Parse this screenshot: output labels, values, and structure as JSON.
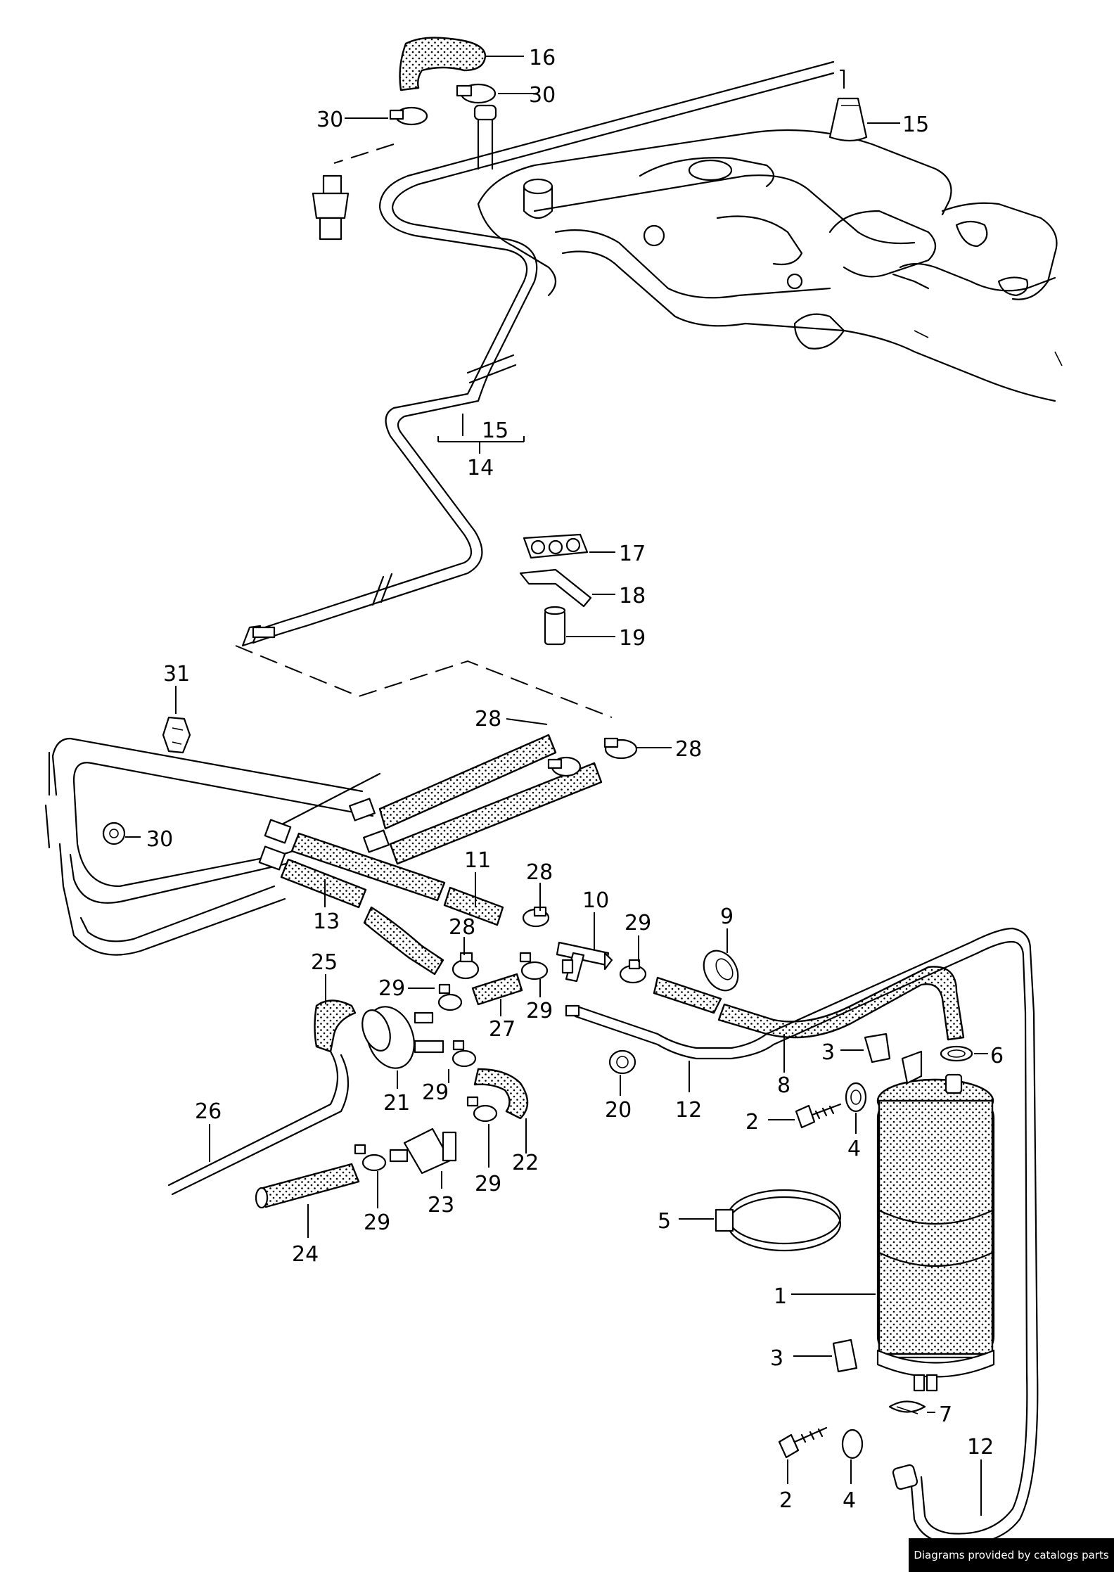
{
  "credit": "Diagrams provided by catalogs parts",
  "callouts": [
    {
      "id": "c16",
      "label": "16"
    },
    {
      "id": "c30a",
      "label": "30"
    },
    {
      "id": "c30b",
      "label": "30"
    },
    {
      "id": "c15a",
      "label": "15"
    },
    {
      "id": "c15b",
      "label": "15"
    },
    {
      "id": "c14",
      "label": "14"
    },
    {
      "id": "c17",
      "label": "17"
    },
    {
      "id": "c18",
      "label": "18"
    },
    {
      "id": "c19",
      "label": "19"
    },
    {
      "id": "c31",
      "label": "31"
    },
    {
      "id": "c28a",
      "label": "28"
    },
    {
      "id": "c28b",
      "label": "28"
    },
    {
      "id": "c30c",
      "label": "30"
    },
    {
      "id": "c11",
      "label": "11"
    },
    {
      "id": "c13",
      "label": "13"
    },
    {
      "id": "c28c",
      "label": "28"
    },
    {
      "id": "c28d",
      "label": "28"
    },
    {
      "id": "c10",
      "label": "10"
    },
    {
      "id": "c29a",
      "label": "29"
    },
    {
      "id": "c9",
      "label": "9"
    },
    {
      "id": "c25",
      "label": "25"
    },
    {
      "id": "c29b",
      "label": "29"
    },
    {
      "id": "c27",
      "label": "27"
    },
    {
      "id": "c29c",
      "label": "29"
    },
    {
      "id": "c3a",
      "label": "3"
    },
    {
      "id": "c6",
      "label": "6"
    },
    {
      "id": "c21",
      "label": "21"
    },
    {
      "id": "c29d",
      "label": "29"
    },
    {
      "id": "c20",
      "label": "20"
    },
    {
      "id": "c12a",
      "label": "12"
    },
    {
      "id": "c8",
      "label": "8"
    },
    {
      "id": "c2a",
      "label": "2"
    },
    {
      "id": "c4a",
      "label": "4"
    },
    {
      "id": "c26",
      "label": "26"
    },
    {
      "id": "c22",
      "label": "22"
    },
    {
      "id": "c29e",
      "label": "29"
    },
    {
      "id": "c23",
      "label": "23"
    },
    {
      "id": "c29f",
      "label": "29"
    },
    {
      "id": "c24",
      "label": "24"
    },
    {
      "id": "c5",
      "label": "5"
    },
    {
      "id": "c1",
      "label": "1"
    },
    {
      "id": "c3b",
      "label": "3"
    },
    {
      "id": "c7",
      "label": "7"
    },
    {
      "id": "c4b",
      "label": "4"
    },
    {
      "id": "c2b",
      "label": "2"
    },
    {
      "id": "c12b",
      "label": "12"
    }
  ]
}
